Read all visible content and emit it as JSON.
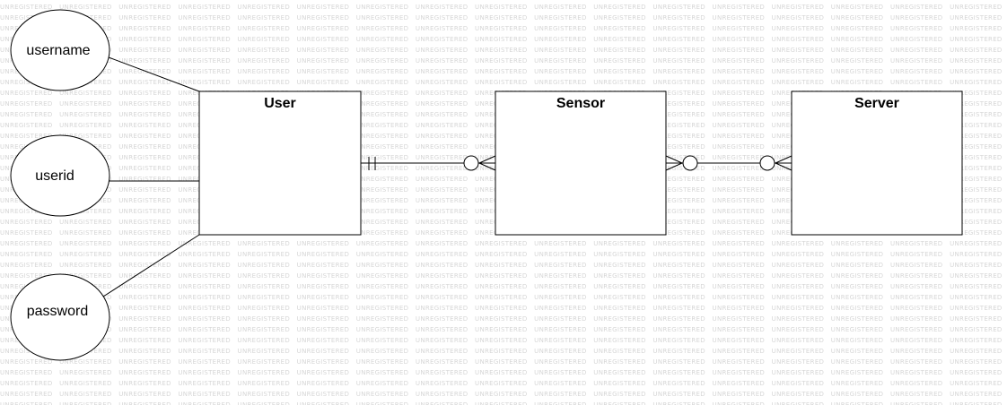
{
  "watermark": {
    "text": "UNREGISTERED",
    "color": "#d6d6d6"
  },
  "entities": {
    "user": {
      "title": "User"
    },
    "sensor": {
      "title": "Sensor"
    },
    "server": {
      "title": "Server"
    }
  },
  "attributes": {
    "username": {
      "label": "username"
    },
    "userid": {
      "label": "userid"
    },
    "password": {
      "label": "password"
    }
  },
  "relationships": [
    {
      "from": "User",
      "to": "Sensor",
      "from_cardinality": "exactly-one",
      "to_cardinality": "zero-or-many"
    },
    {
      "from": "Sensor",
      "to": "Server",
      "from_cardinality": "zero-or-many",
      "to_cardinality": "zero-or-many"
    }
  ]
}
